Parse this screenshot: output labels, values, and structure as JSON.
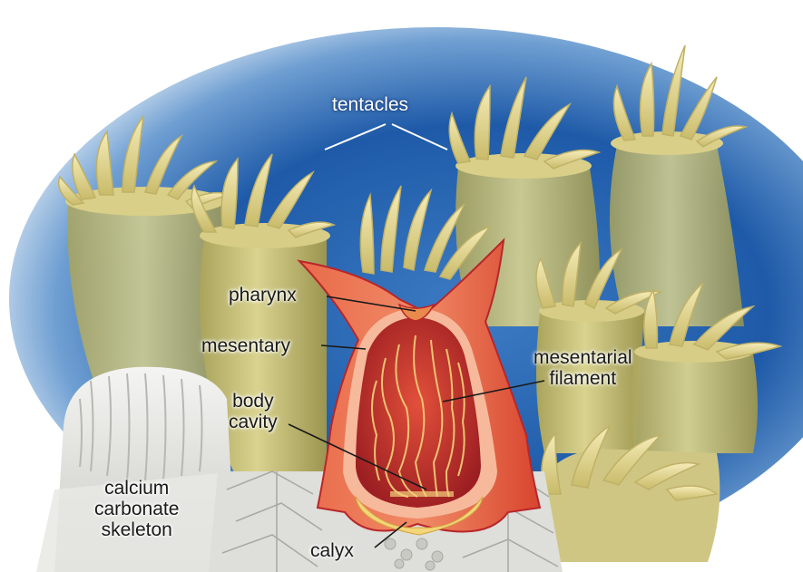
{
  "labels": {
    "tentacles": "tentacles",
    "pharynx": "pharynx",
    "mesentary": "mesentary",
    "body_cavity": [
      "body",
      "cavity"
    ],
    "mesentarial_filament": [
      "mesentarial",
      "filament"
    ],
    "calcium_carbonate_skeleton": [
      "calcium",
      "carbonate",
      "skeleton"
    ],
    "calyx": "calyx"
  },
  "colors": {
    "water_deep": "#1e5aa8",
    "water_light": "#cfe1f2",
    "polyp_body": "#c8c27a",
    "polyp_dark": "#8f8a45",
    "tentacle": "#e8dc9a",
    "tissue_red": "#d8452e",
    "tissue_orange": "#e9714a",
    "cavity_red": "#b8262a",
    "filament": "#f2d27a",
    "skeleton": "#e6e6e2"
  }
}
